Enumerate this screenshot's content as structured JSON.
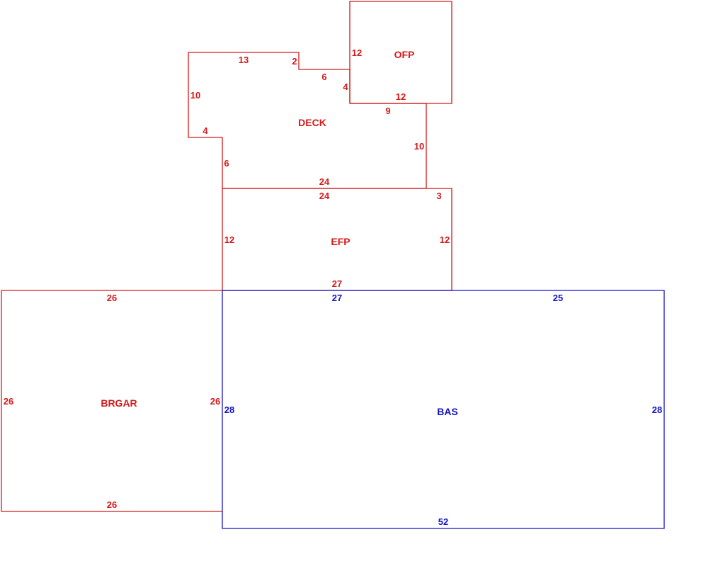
{
  "colors": {
    "red": "#d51a1a",
    "blue": "#1313c5"
  },
  "areas": {
    "ofp": {
      "name": "OFP",
      "dims": {
        "left": "12",
        "bottom": "12"
      }
    },
    "deck": {
      "name": "DECK",
      "dims": {
        "top": "13",
        "step1": "2",
        "step2": "6",
        "step3": "4",
        "bottom_right": "9",
        "right": "10",
        "left": "10",
        "notch": "4",
        "lower_left": "6",
        "bottom": "24"
      }
    },
    "efp": {
      "name": "EFP",
      "dims": {
        "top": "24",
        "top_right": "3",
        "left": "12",
        "right": "12",
        "bottom": "27"
      }
    },
    "brgar": {
      "name": "BRGAR",
      "dims": {
        "top": "26",
        "left": "26",
        "right": "26",
        "bottom": "26"
      }
    },
    "bas": {
      "name": "BAS",
      "dims": {
        "top_left": "27",
        "top_right": "25",
        "left": "28",
        "right": "28",
        "bottom": "52"
      }
    }
  }
}
